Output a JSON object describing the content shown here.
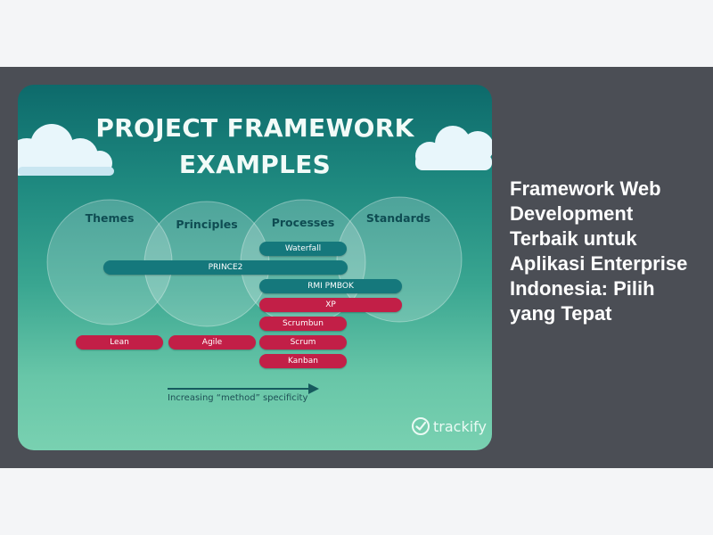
{
  "figure": {
    "title_line1": "PROJECT FRAMEWORK",
    "title_line2": "EXAMPLES",
    "circles": [
      "Themes",
      "Principles",
      "Processes",
      "Standards"
    ],
    "pills": {
      "waterfall": "Waterfall",
      "prince2": "PRINCE2",
      "rmi_pmbok": "RMI PMBOK",
      "xp": "XP",
      "scrumbun": "Scrumbun",
      "lean": "Lean",
      "agile": "Agile",
      "scrum": "Scrum",
      "kanban": "Kanban"
    },
    "arrow_label": "Increasing “method” specificity",
    "brand": "trackify",
    "colors": {
      "teal_pill": "#15787c",
      "red_pill": "#c21f47"
    }
  },
  "headline": "Framework Web Development Terbaik untuk Aplikasi Enterprise Indonesia: Pilih yang Tepat"
}
